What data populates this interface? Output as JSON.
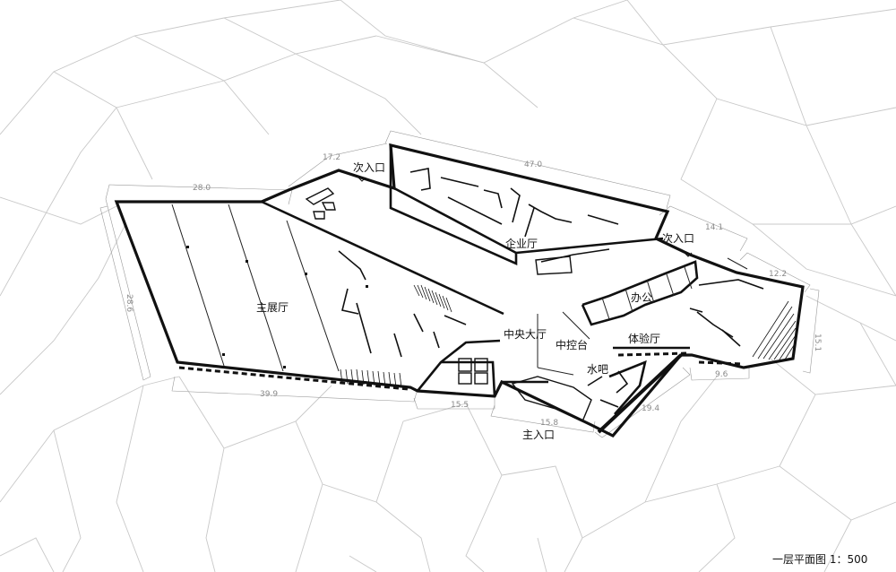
{
  "title": "一层平面图 1：500",
  "rooms": {
    "main_hall": "主展厅",
    "enterprise_hall": "企业厅",
    "secondary_entrance_1": "次入口",
    "secondary_entrance_2": "次入口",
    "central_hall": "中央大厅",
    "console": "中控台",
    "office": "办公",
    "experience_hall": "体验厅",
    "water_bar": "水吧",
    "main_entrance": "主入口"
  },
  "dimensions": {
    "d_28_0": "28.0",
    "d_17_2": "17.2",
    "d_47_0": "47.0",
    "d_14_1": "14.1",
    "d_12_2": "12.2",
    "d_28_6": "28.6",
    "d_15_1": "15.1",
    "d_39_9": "39.9",
    "d_15_5": "15.5",
    "d_15_8": "15.8",
    "d_19_4": "19.4",
    "d_9_6": "9.6"
  }
}
